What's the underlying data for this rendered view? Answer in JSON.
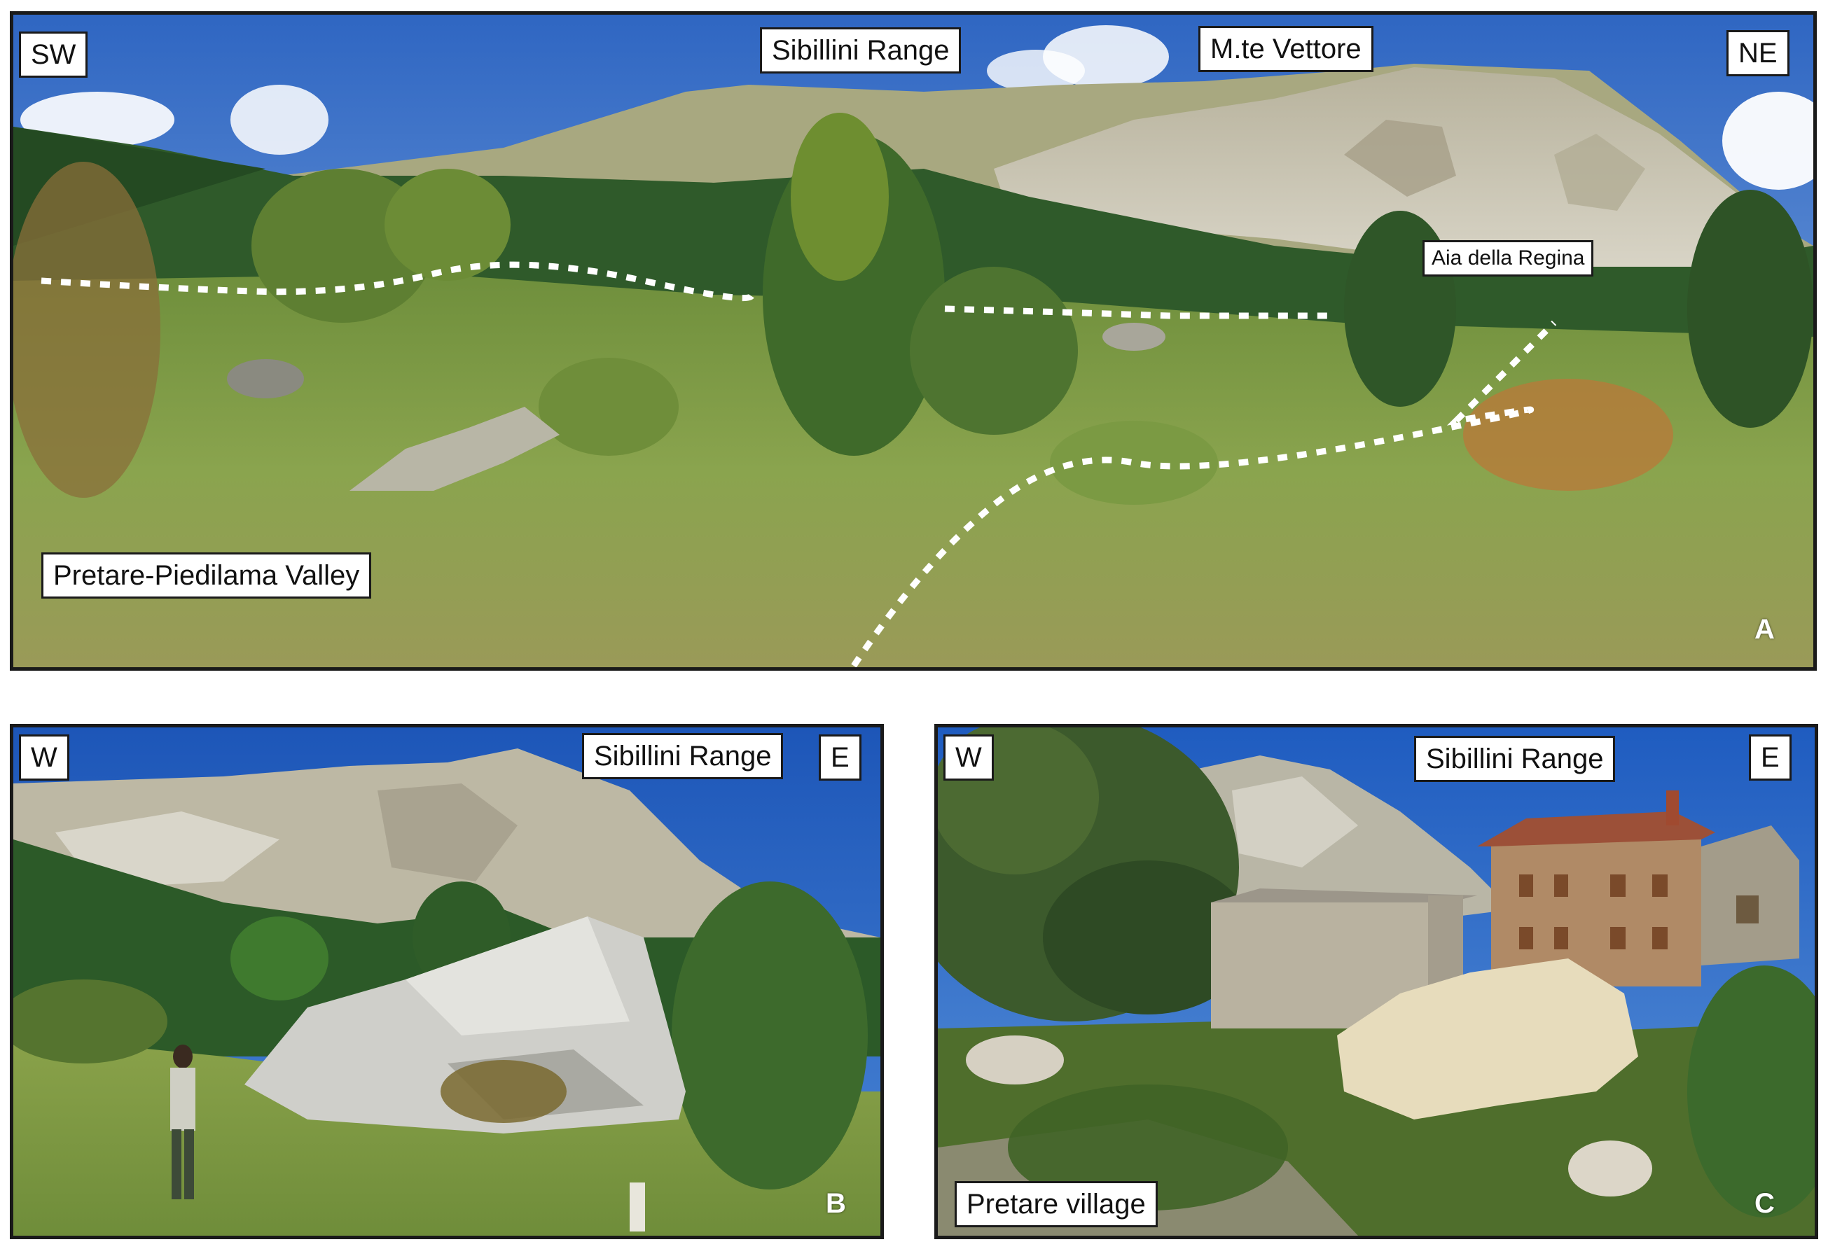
{
  "panels": {
    "a": {
      "letter": "A",
      "labels": {
        "left_direction": "SW",
        "right_direction": "NE",
        "range": "Sibillini Range",
        "summit": "M.te Vettore",
        "locality": "Aia della Regina",
        "valley": "Pretare-Piedilama Valley"
      }
    },
    "b": {
      "letter": "B",
      "labels": {
        "left_direction": "W",
        "right_direction": "E",
        "range": "Sibillini Range"
      }
    },
    "c": {
      "letter": "C",
      "labels": {
        "left_direction": "W",
        "right_direction": "E",
        "range": "Sibillini Range",
        "village": "Pretare village"
      }
    }
  },
  "colors": {
    "frame": "#1a1a1a",
    "sky": "#3f78c8",
    "cliff": "#c9c6b8",
    "forest": "#2f5a2a",
    "grass": "#7a9a45",
    "trace": "#ffffff"
  }
}
